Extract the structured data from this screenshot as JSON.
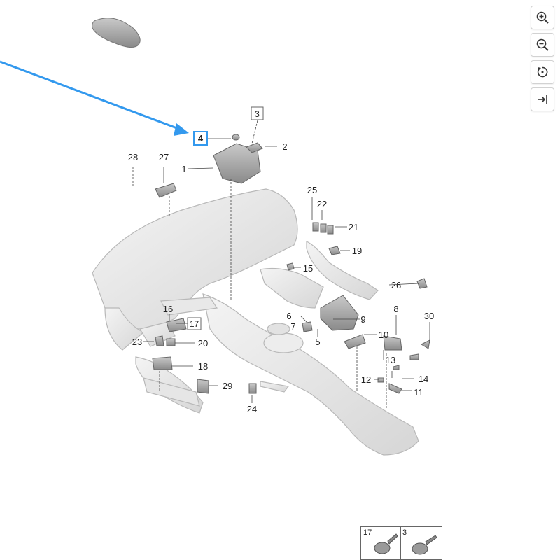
{
  "toolbar": {
    "zoom_in": "zoom-in",
    "zoom_out": "zoom-out",
    "rotate": "rotate",
    "collapse": "collapse"
  },
  "highlight": {
    "label": "4",
    "color": "#3399ee"
  },
  "callouts": {
    "c1": "1",
    "c2": "2",
    "c3": "3",
    "c5": "5",
    "c6": "6",
    "c7": "7",
    "c8": "8",
    "c9": "9",
    "c10": "10",
    "c11": "11",
    "c12": "12",
    "c13": "13",
    "c14": "14",
    "c15": "15",
    "c16": "16",
    "c17": "17",
    "c18": "18",
    "c19": "19",
    "c20": "20",
    "c21": "21",
    "c22": "22",
    "c23": "23",
    "c24": "24",
    "c25": "25",
    "c26": "26",
    "c27": "27",
    "c28": "28",
    "c29": "29",
    "c30": "30"
  },
  "legend": {
    "left_num": "17",
    "right_num": "3"
  }
}
